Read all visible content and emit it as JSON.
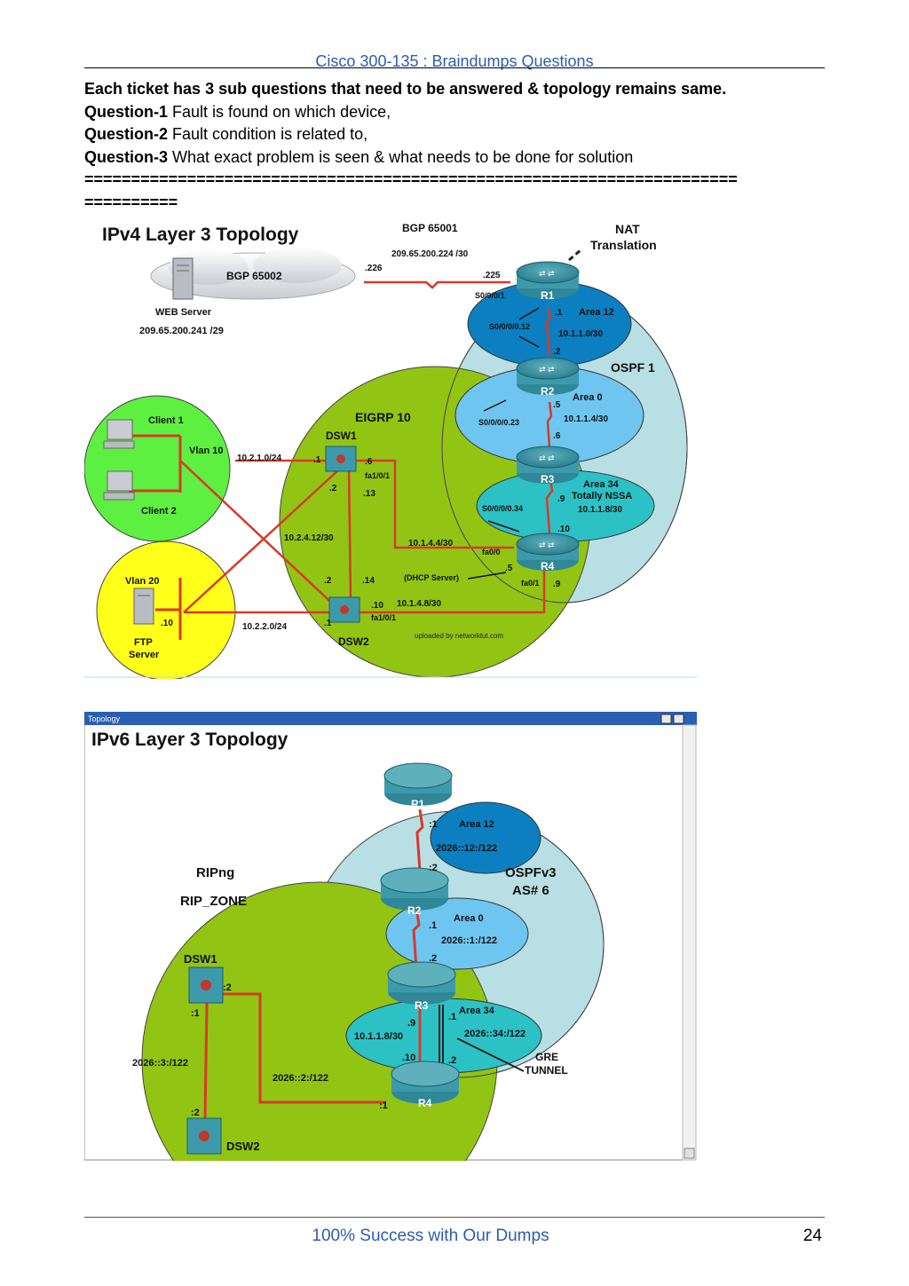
{
  "header": {
    "title": "Cisco 300-135 : Braindumps Questions"
  },
  "intro": {
    "line1": "Each ticket has 3 sub questions that need to be answered & topology remains same.",
    "q1_label": "Question-1",
    "q1_text": " Fault is found on which device,",
    "q2_label": "Question-2",
    "q2_text": " Fault condition is related to,",
    "q3_label": "Question-3",
    "q3_text": " What exact problem is seen & what needs to be done for solution",
    "separator1": "======================================================================",
    "separator2": "=========="
  },
  "ipv4": {
    "title": "IPv4 Layer 3 Topology",
    "bgp65001": "BGP 65001",
    "bgp65001_net": "209.65.200.224 /30",
    "bgp65002": "BGP 65002",
    "nat1": "NAT",
    "nat2": "Translation",
    "web_server": "WEB Server",
    "web_ip": "209.65.200.241 /29",
    "ip226": ".226",
    "ip225": ".225",
    "s0001": "S0/0/0/1",
    "r1": "R1",
    "r2": "R2",
    "r3": "R3",
    "r4": "R4",
    "area12": "Area 12",
    "area12_net": "10.1.1.0/30",
    "s00012": "S0/0/0/0.12",
    "r1_dot1": ".1",
    "r2_dot2": ".2",
    "ospf1": "OSPF 1",
    "area0": "Area 0",
    "area0_net": "10.1.1.4/30",
    "s00023": "S0/0/0/0.23",
    "dot5": ".5",
    "dot6": ".6",
    "area34": "Area 34",
    "nssa": "Totally NSSA",
    "area34_net": "10.1.1.8/30",
    "s00034": "S0/0/0/0.34",
    "dot9": ".9",
    "dot10": ".10",
    "eigrp": "EIGRP 10",
    "dsw1": "DSW1",
    "dsw2": "DSW2",
    "client1": "Client 1",
    "client2": "Client 2",
    "vlan10": "Vlan 10",
    "vlan20": "Vlan 20",
    "net_2_1": "10.2.1.0/24",
    "net_2_4_12": "10.2.4.12/30",
    "net_1_4_4": "10.1.4.4/30",
    "net_1_4_8": "10.1.4.8/30",
    "net_2_2": "10.2.2.0/24",
    "d1_dot1": ".1",
    "d1_dot6": ".6",
    "d1_fa101": "fa1/0/1",
    "d1_dot2": ".2",
    "d1_dot13": ".13",
    "d2_dot2": ".2",
    "d2_dot14": ".14",
    "d2_dot10": ".10",
    "d2_fa101": "fa1/0/1",
    "d2_dot1": ".1",
    "r4_fa00": "fa0/0",
    "r4_dot5": ".5",
    "r4_fa01": "fa0/1",
    "r4_dot9": ".9",
    "dhcp": "(DHCP Server)",
    "ftp1": "FTP",
    "ftp2": "Server",
    "ftp_dot10": ".10",
    "credit": "uploaded by networktut.com"
  },
  "ipv6": {
    "window_title": "Topology",
    "title": "IPv6 Layer 3 Topology",
    "r1": "R1",
    "r2": "R2",
    "r3": "R3",
    "r4": "R4",
    "dsw1": "DSW1",
    "dsw2": "DSW2",
    "r1_c1": ":1",
    "area12": "Area 12",
    "area12_net": "2026::12:/122",
    "r2_c2": ":2",
    "ospfv3": "OSPFv3",
    "as6": "AS# 6",
    "ripng": "RIPng",
    "rip_zone": "RIP_ZONE",
    "area0": "Area 0",
    "r2_c1": ".1",
    "area0_net": "2026::1:/122",
    "r3_c2": ".2",
    "area34": "Area 34",
    "r3_dot1": ".1",
    "r3_dot9": ".9",
    "area34_net": "2026::34:/122",
    "gre_net": "10.1.1.8/30",
    "dot10": ".10",
    "dot2": ".2",
    "gre1": "GRE",
    "gre2": "TUNNEL",
    "dsw1_c2": ":2",
    "dsw1_c1": ":1",
    "net3": "2026::3:/122",
    "net2": "2026::2:/122",
    "r4_c1": ":1",
    "dsw2_c2": ":2"
  },
  "footer": {
    "text": "100% Success with Our Dumps",
    "page": "24"
  }
}
